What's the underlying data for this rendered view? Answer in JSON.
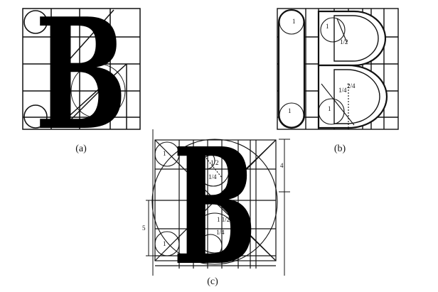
{
  "figure": {
    "panels": [
      {
        "id": "a",
        "label": "(a)",
        "letter": "B"
      },
      {
        "id": "b",
        "label": "(b)"
      },
      {
        "id": "c",
        "label": "(c)",
        "letter": "B"
      }
    ],
    "construction_marks": {
      "b_top_circle": "1",
      "b_bottom_circle": "1",
      "b_mid_upper_left": "1",
      "b_mid_lower_left": "1",
      "b_fraction_1": "1/2",
      "b_fraction_2": "1/4",
      "b_fraction_3": "2/4",
      "c_mark_1": "1",
      "c_mark_2": "1/2",
      "c_mark_3": "1/4",
      "c_mark_4": "1 1/2",
      "c_mark_5": "1/4",
      "c_mark_6": "1",
      "c_mark_7": "4",
      "c_mark_8": "5"
    }
  }
}
